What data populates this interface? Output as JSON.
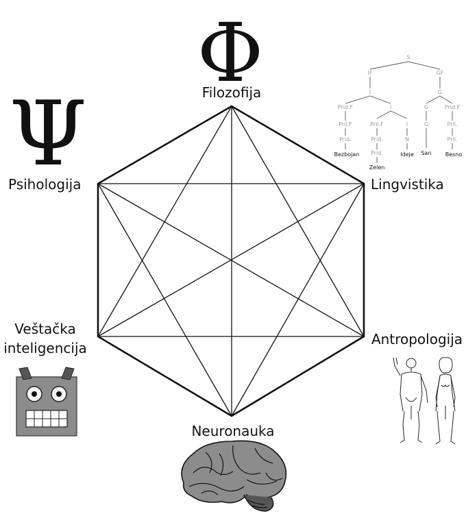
{
  "disciplines": {
    "philosophy": "Filozofija",
    "linguistics": "Lingvistika",
    "anthropology": "Antropologija",
    "neuroscience": "Neuronauka",
    "ai_line1": "Veštačka",
    "ai_line2": "inteligencija",
    "psychology": "Psihologija"
  },
  "symbols": {
    "philosophy": "Φ",
    "psychology": "Ψ"
  },
  "syntax_tree": {
    "nodes": [
      "S",
      "IF",
      "GF",
      "I",
      "G",
      "Prid.F",
      "I",
      "G",
      "Prid.F",
      "Pril.F",
      "Pril.F",
      "Prid.",
      "I",
      "G",
      "Pril.",
      "Prid.",
      "Prid.",
      "N",
      "Pril."
    ],
    "leaves": [
      "Bezbojan",
      "Zelen",
      "Ideje",
      "San",
      "Besno"
    ]
  },
  "icons": {
    "phi": "phi-symbol-icon",
    "psi": "psi-symbol-icon",
    "robot": "robot-icon",
    "brain": "brain-icon",
    "humans": "human-figures-icon",
    "tree": "syntax-tree-icon"
  },
  "colors": {
    "line": "#111111",
    "tree_node": "#9a9a9a",
    "robot_body": "#8c8c8c"
  }
}
